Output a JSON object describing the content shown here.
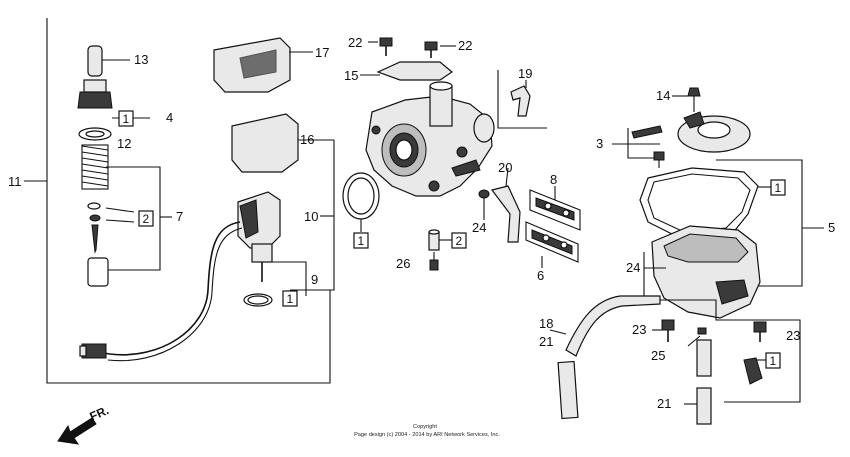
{
  "labels": {
    "c11": "11",
    "c13": "13",
    "c4": "4",
    "c12": "12",
    "c7": "7",
    "c17": "17",
    "c16": "16",
    "c10": "10",
    "c9": "9",
    "c22a": "22",
    "c22b": "22",
    "c15": "15",
    "c19": "19",
    "c20": "20",
    "c24a": "24",
    "c26": "26",
    "c8": "8",
    "c6": "6",
    "c14": "14",
    "c3": "3",
    "c5": "5",
    "c24b": "24",
    "c18": "18",
    "c21a": "21",
    "c21b": "21",
    "c23a": "23",
    "c23b": "23",
    "c25": "25"
  },
  "boxes": {
    "b4": "1",
    "b7": "2",
    "b9": "1",
    "b10": "1",
    "b2": "2",
    "b5": "1",
    "b23": "1"
  },
  "copyright": {
    "line1": "Copyright",
    "line2": "Page design (c) 2004 - 2014 by ARI Network Services, Inc."
  },
  "direction": {
    "label": "FR."
  }
}
